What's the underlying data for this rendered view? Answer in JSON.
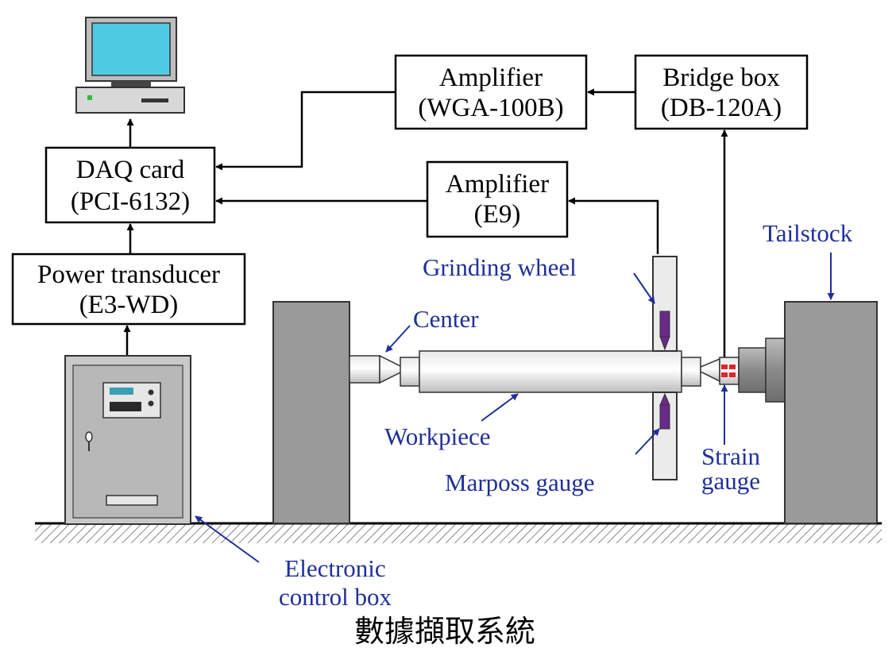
{
  "boxes": {
    "amplifier_wga": {
      "line1": "Amplifier",
      "line2": "(WGA-100B)"
    },
    "bridge_box": {
      "line1": "Bridge box",
      "line2": "(DB-120A)"
    },
    "daq_card": {
      "line1": "DAQ card",
      "line2": "(PCI-6132)"
    },
    "amplifier_e9": {
      "line1": "Amplifier",
      "line2": "(E9)"
    },
    "power_transducer": {
      "line1": "Power transducer",
      "line2": "(E3-WD)"
    }
  },
  "callouts": {
    "tailstock": "Tailstock",
    "grinding_wheel": "Grinding wheel",
    "center": "Center",
    "workpiece": "Workpiece",
    "marposs_gauge": "Marposs gauge",
    "strain_gauge_line1": "Strain",
    "strain_gauge_line2": "gauge",
    "electronic_line1": "Electronic",
    "electronic_line2": "control box"
  },
  "caption": "數據擷取系統",
  "colors": {
    "callout_text": "#1f2f9a",
    "machine_gray": "#9a9a9a",
    "monitor_screen": "#4ecbe3",
    "gauge_purple": "#6a2a8a",
    "strain_red": "#e0242a"
  },
  "icons": {
    "computer": "desktop-computer-icon",
    "control_box": "electronic-cabinet-icon"
  }
}
